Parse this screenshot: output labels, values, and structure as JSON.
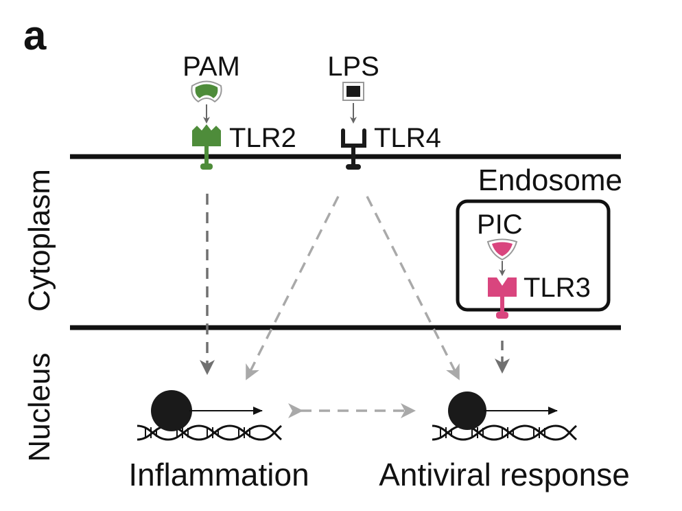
{
  "panel_label": "a",
  "ligands": {
    "pam": "PAM",
    "lps": "LPS",
    "pic": "PIC"
  },
  "receptors": {
    "tlr2": "TLR2",
    "tlr4": "TLR4",
    "tlr3": "TLR3"
  },
  "compartments": {
    "endosome": "Endosome",
    "cytoplasm": "Cytoplasm",
    "nucleus": "Nucleus"
  },
  "outcomes": {
    "inflammation": "Inflammation",
    "antiviral": "Antiviral response"
  },
  "colors": {
    "tlr2": "#4e8c3a",
    "tlr3": "#d9457e",
    "tlr4": "#1a1a1a",
    "membrane": "#111111",
    "arrow_dark": "#666666",
    "arrow_light": "#a9a9a9"
  }
}
